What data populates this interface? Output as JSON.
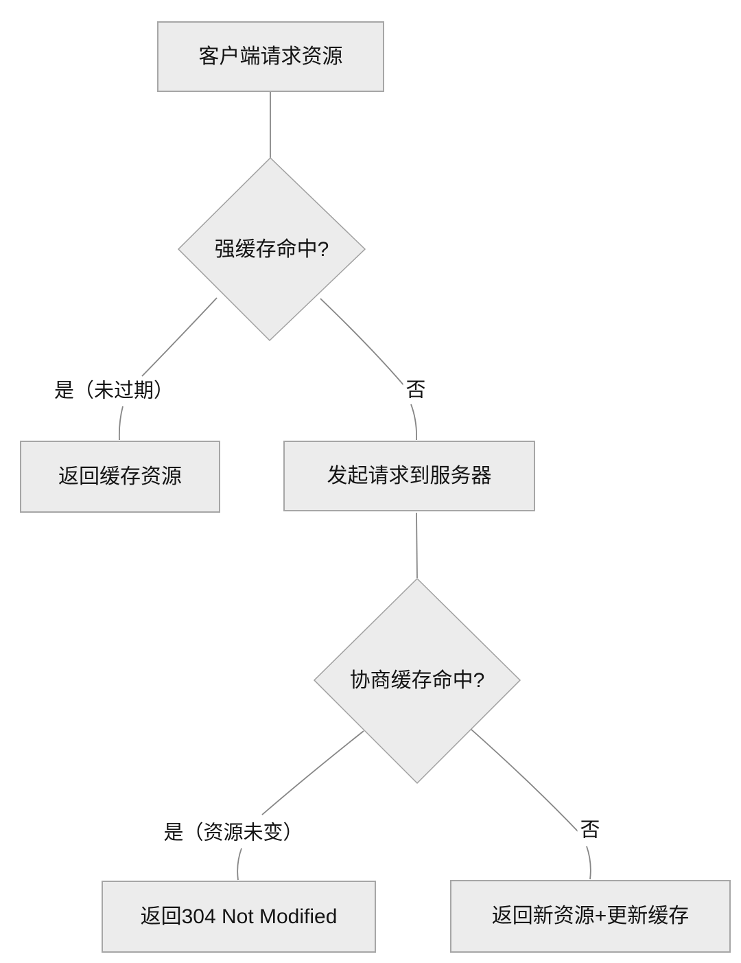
{
  "diagram": {
    "type": "flowchart",
    "colors": {
      "background": "#ffffff",
      "node_fill": "#ececec",
      "node_border": "#a6a6a6",
      "edge_stroke": "#868686",
      "text": "#141414"
    },
    "nodes": [
      {
        "id": "client-request",
        "shape": "rect",
        "label": "客户端请求资源"
      },
      {
        "id": "strong-cache-hit",
        "shape": "diamond",
        "label": "强缓存命中?"
      },
      {
        "id": "return-cached",
        "shape": "rect",
        "label": "返回缓存资源"
      },
      {
        "id": "request-server",
        "shape": "rect",
        "label": "发起请求到服务器"
      },
      {
        "id": "negotiated-cache-hit",
        "shape": "diamond",
        "label": "协商缓存命中?"
      },
      {
        "id": "return-304",
        "shape": "rect",
        "label": "返回304 Not Modified"
      },
      {
        "id": "return-new-resource",
        "shape": "rect",
        "label": "返回新资源+更新缓存"
      }
    ],
    "edges": [
      {
        "from": "client-request",
        "to": "strong-cache-hit",
        "label": ""
      },
      {
        "from": "strong-cache-hit",
        "to": "return-cached",
        "label": "是（未过期）"
      },
      {
        "from": "strong-cache-hit",
        "to": "request-server",
        "label": "否"
      },
      {
        "from": "request-server",
        "to": "negotiated-cache-hit",
        "label": ""
      },
      {
        "from": "negotiated-cache-hit",
        "to": "return-304",
        "label": "是（资源未变）"
      },
      {
        "from": "negotiated-cache-hit",
        "to": "return-new-resource",
        "label": "否"
      }
    ]
  }
}
